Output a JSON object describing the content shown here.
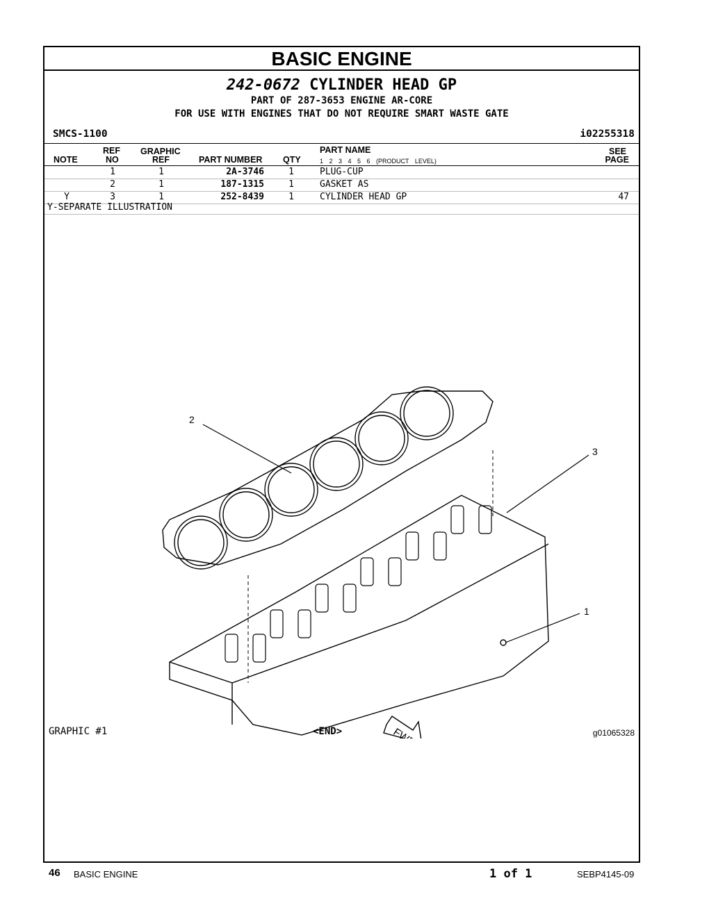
{
  "section_title": "BASIC ENGINE",
  "group": {
    "number": "242-0672",
    "name": "CYLINDER HEAD GP",
    "part_of": "PART OF 287-3653 ENGINE AR-CORE",
    "use_with": "FOR USE WITH ENGINES THAT DO NOT REQUIRE SMART WASTE GATE"
  },
  "smcs": "SMCS-1100",
  "ident": "i02255318",
  "table_headers": {
    "note": "NOTE",
    "ref_top": "REF",
    "ref_bottom": "NO",
    "gref_top": "GRAPHIC",
    "gref_bottom": "REF",
    "part_number": "PART NUMBER",
    "qty": "QTY",
    "part_name": "PART NAME",
    "levels": "1 2 3 4 5 6 (PRODUCT LEVEL)",
    "see_top": "SEE",
    "see_bottom": "PAGE"
  },
  "rows": [
    {
      "note": "",
      "ref": "1",
      "gref": "1",
      "part_number": "2A-3746",
      "qty": "1",
      "name": "PLUG-CUP",
      "see": ""
    },
    {
      "note": "",
      "ref": "2",
      "gref": "1",
      "part_number": "187-1315",
      "qty": "1",
      "name": "GASKET AS",
      "see": ""
    },
    {
      "note": "Y",
      "ref": "3",
      "gref": "1",
      "part_number": "252-8439",
      "qty": "1",
      "name": "CYLINDER HEAD GP",
      "see": "47"
    }
  ],
  "separate_note": "Y-SEPARATE ILLUSTRATION",
  "callouts": {
    "c1": "1",
    "c2": "2",
    "c3": "3"
  },
  "fwd_label": "FWD",
  "graphic_label": "GRAPHIC #1",
  "end_label": "<END>",
  "graphic_id": "g01065328",
  "footer": {
    "page": "46",
    "section": "BASIC ENGINE",
    "page_of": "1 of 1",
    "doc": "SEBP4145-09"
  }
}
